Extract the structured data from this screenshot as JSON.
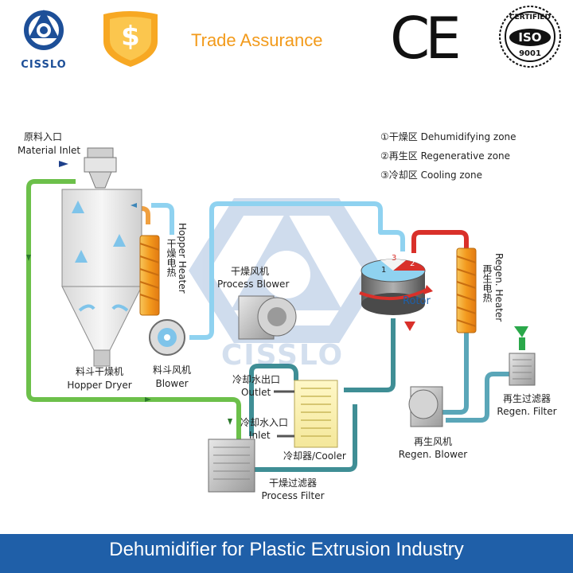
{
  "header": {
    "brand": "CISSLO",
    "dollar_sign": "$",
    "trade_assurance": "Trade Assurance",
    "ce_mark": "CE",
    "iso_top": "CERTIFIED",
    "iso_mid": "ISO",
    "iso_bottom": "9001"
  },
  "legend": {
    "items": [
      {
        "num": "①",
        "cn": "干燥区",
        "en": "Dehumidifying zone"
      },
      {
        "num": "②",
        "cn": "再生区",
        "en": "Regenerative zone"
      },
      {
        "num": "③",
        "cn": "冷却区",
        "en": "Cooling zone"
      }
    ]
  },
  "labels": {
    "material_inlet_cn": "原料入口",
    "material_inlet_en": "Material Inlet",
    "hopper_dryer_cn": "料斗干燥机",
    "hopper_dryer_en": "Hopper Dryer",
    "hopper_blower_cn": "料斗风机",
    "hopper_blower_en": "Blower",
    "hopper_heater_en": "Hopper Heater",
    "hopper_heater_cn": "干燥电热",
    "process_blower_cn": "干燥风机",
    "process_blower_en": "Process Blower",
    "rotor": "Rotor",
    "rotor_zone_1": "1",
    "rotor_zone_2": "2",
    "rotor_zone_3": "3",
    "regen_heater_en": "Regen. Heater",
    "regen_heater_cn": "再生电热",
    "outlet_cn": "冷却水出口",
    "outlet_en": "Outlet",
    "inlet_cn": "冷却水入口",
    "inlet_en": "Inlet",
    "cooler": "冷却器/Cooler",
    "process_filter_cn": "干燥过滤器",
    "process_filter_en": "Process Filter",
    "regen_blower_cn": "再生风机",
    "regen_blower_en": "Regen. Blower",
    "regen_filter_cn": "再生过滤器",
    "regen_filter_en": "Regen. Filter",
    "watermark": "CISSLO"
  },
  "footer": {
    "title": "Dehumidifier for Plastic Extrusion Industry"
  },
  "colors": {
    "green_line": "#6cc04a",
    "light_blue_line": "#8fd2f0",
    "teal_line": "#3f8e95",
    "red_line": "#d9302a",
    "orange_line": "#f0a040",
    "heater": "#f5a623",
    "brand_blue": "#1d4f98",
    "footer_bg": "#1f5fa8",
    "trade_orange": "#f29a1a"
  }
}
